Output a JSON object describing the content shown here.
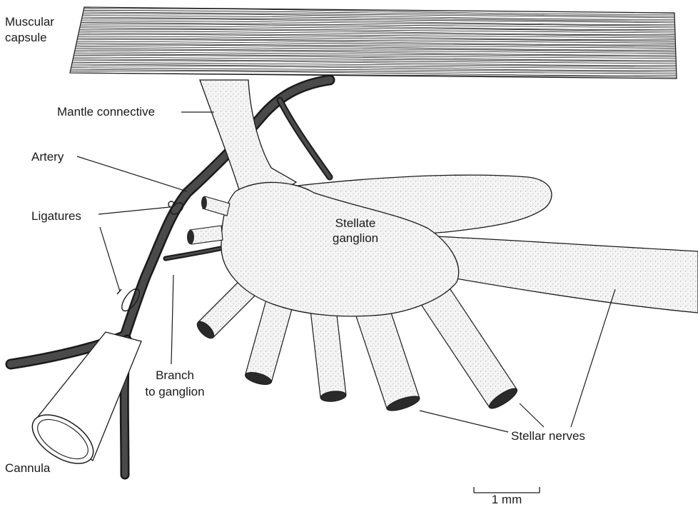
{
  "labels": {
    "muscular_capsule_1": "Muscular",
    "muscular_capsule_2": "capsule",
    "mantle_connective": "Mantle connective",
    "artery": "Artery",
    "ligatures": "Ligatures",
    "stellate_ganglion_1": "Stellate",
    "stellate_ganglion_2": "ganglion",
    "branch_to_ganglion_1": "Branch",
    "branch_to_ganglion_2": "to ganglion",
    "stellar_nerves": "Stellar nerves",
    "cannula": "Cannula",
    "scale_bar": "1 mm"
  },
  "colors": {
    "ink": "#1a1a1a",
    "paper": "#ffffff",
    "tissue_fill": "#f4f4f4",
    "vessel_fill": "#3a3a3a"
  }
}
